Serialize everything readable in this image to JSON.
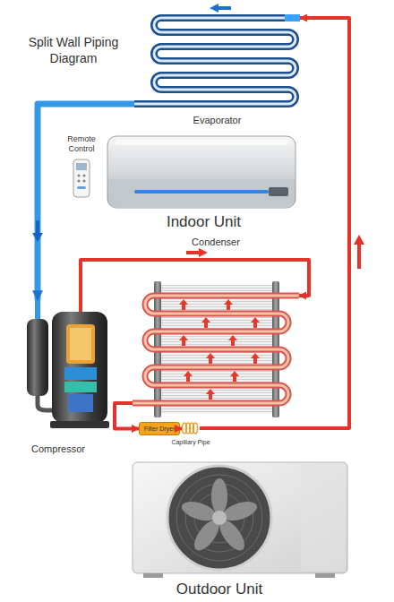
{
  "diagram": {
    "title": "Split Wall Piping Diagram",
    "nodes": [
      {
        "text": [
          "Evaporator"
        ]
      },
      {
        "text": [
          "Remote Control"
        ]
      },
      {
        "text": [
          "Indoor Unit"
        ]
      },
      {
        "text": [
          "Condenser"
        ]
      },
      {
        "text": [
          "Compressor"
        ]
      },
      {
        "text": [
          "Filter Dryer"
        ]
      },
      {
        "text": [
          "Capillary Pipe"
        ]
      },
      {
        "text": [
          "Outdoor Unit"
        ]
      }
    ],
    "edges": [
      {
        "from": 0,
        "to": 4,
        "arrow": "to"
      },
      {
        "from": 4,
        "to": 3,
        "arrow": "to"
      },
      {
        "from": 3,
        "to": 5,
        "arrow": "to"
      },
      {
        "from": 5,
        "to": 6,
        "arrow": "to"
      },
      {
        "from": 6,
        "to": 0,
        "arrow": "to"
      }
    ]
  }
}
